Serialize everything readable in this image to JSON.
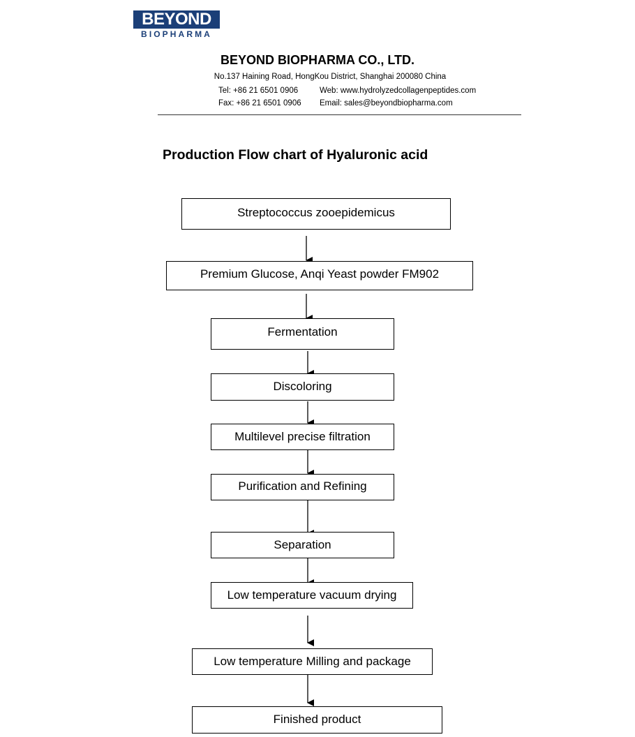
{
  "brand": {
    "logo_top": "BEYOND",
    "logo_bottom": "BIOPHARMA",
    "color": "#1b3f78"
  },
  "letterhead": {
    "company": "BEYOND BIOPHARMA CO., LTD.",
    "address": "No.137 Haining Road, HongKou District, Shanghai 200080 China",
    "tel": "Tel: +86 21 6501 0906",
    "web": "Web: www.hydrolyzedcollagenpeptides.com",
    "fax": "Fax: +86 21 6501 0906",
    "email": "Email: sales@beyondbiopharma.com"
  },
  "document": {
    "title": "Production Flow chart of Hyaluronic acid"
  },
  "flow": {
    "steps": [
      "Streptococcus zooepidemicus",
      "Premium Glucose, Anqi Yeast powder FM902",
      "Fermentation",
      "Discoloring",
      "Multilevel precise filtration",
      "Purification and Refining",
      "Separation",
      "Low temperature vacuum drying",
      "Low temperature Milling and package",
      "Finished product"
    ]
  }
}
